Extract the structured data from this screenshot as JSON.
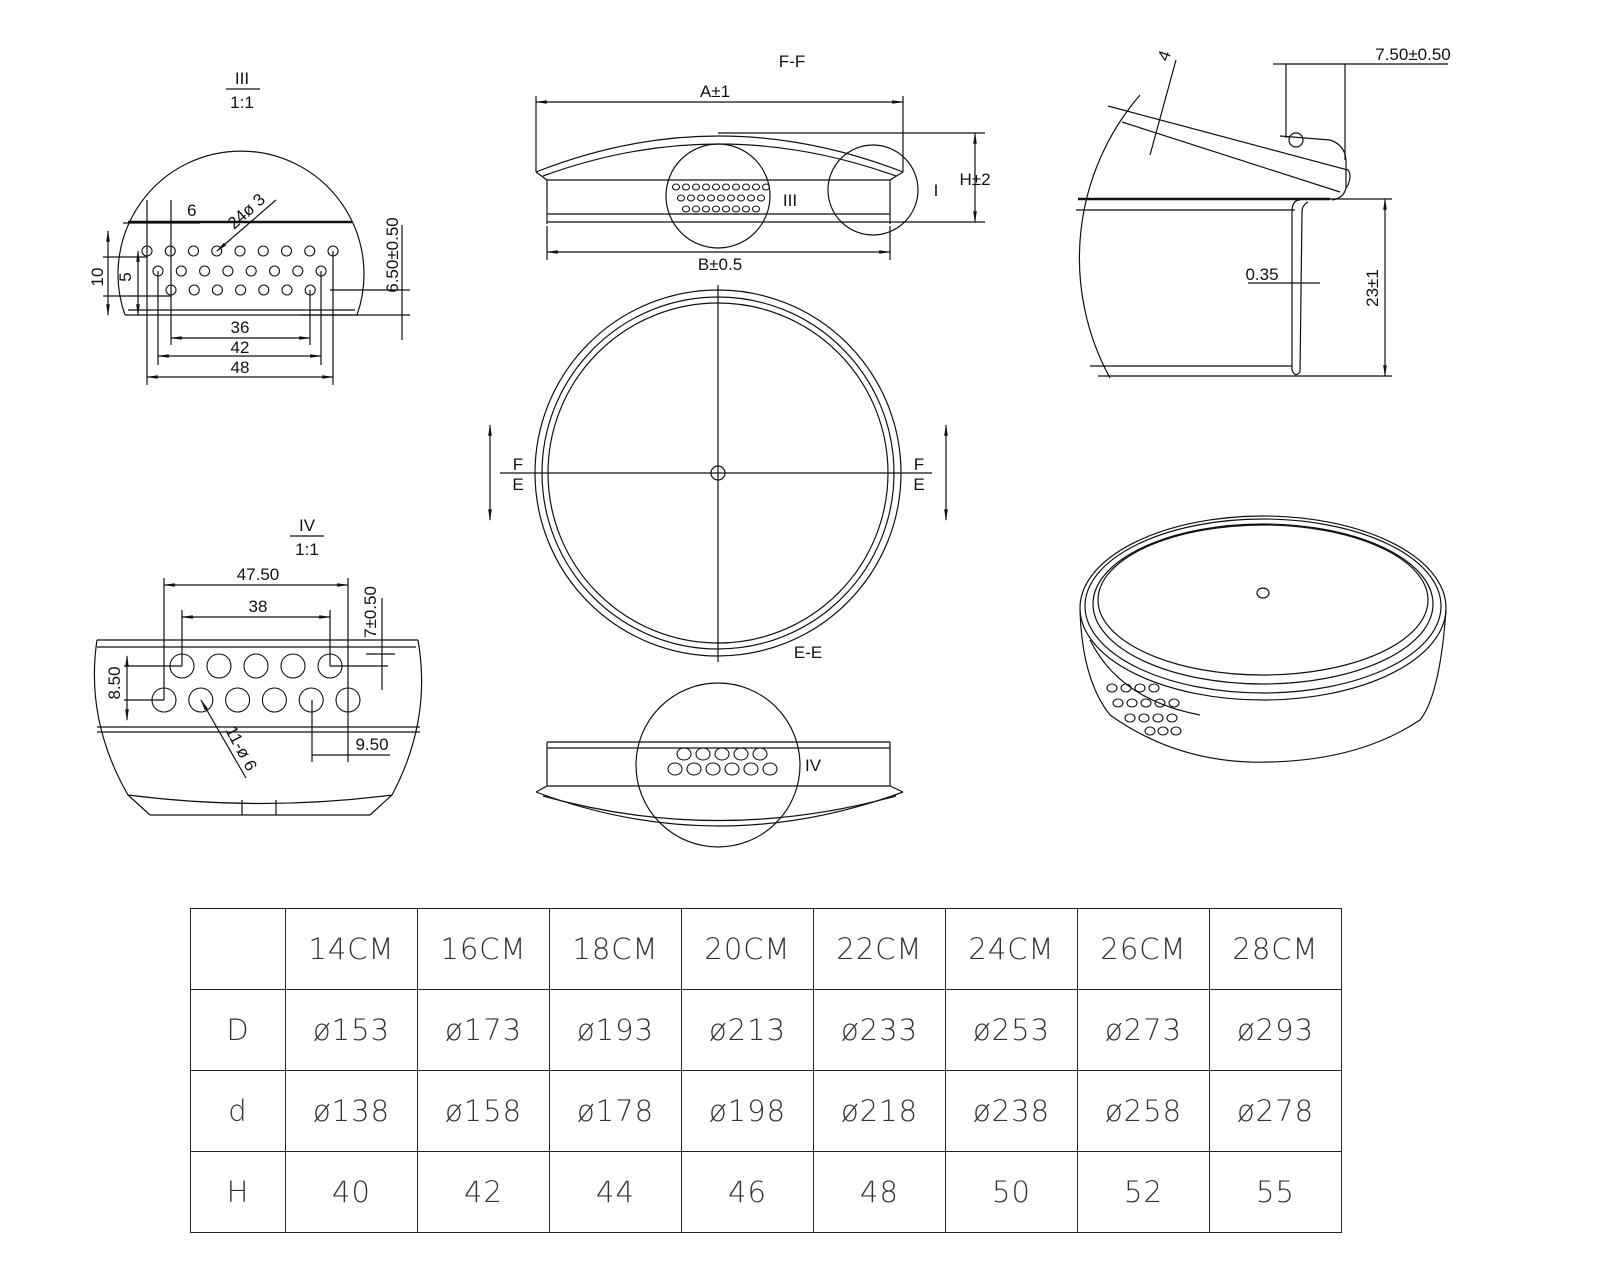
{
  "detail_III": {
    "title": "III",
    "scale": "1:1",
    "dim_36": "36",
    "dim_42": "42",
    "dim_48": "48",
    "dim_6": "6",
    "holes": "24ø 3",
    "dim_10": "10",
    "dim_5": "5",
    "dim_650": "6.50±0.50"
  },
  "section_FF": {
    "title": "F-F",
    "dim_A": "A±1",
    "dim_B": "B±0.5",
    "dim_H": "H±2",
    "callout_III": "III",
    "callout_I": "I"
  },
  "plan_view": {
    "cut_top": "F",
    "cut_bottom": "E",
    "section_label": "E-E"
  },
  "section_EE": {
    "callout_IV": "IV"
  },
  "detail_I": {
    "dim_4": "4",
    "dim_750": "7.50±0.50",
    "dim_035": "0.35",
    "dim_23": "23±1"
  },
  "detail_IV": {
    "title": "IV",
    "scale": "1:1",
    "dim_4750": "47.50",
    "dim_38": "38",
    "dim_7": "7±0.50",
    "dim_850": "8.50",
    "dim_950": "9.50",
    "holes": "11-ø 6"
  },
  "table": {
    "headers": [
      "",
      "14CM",
      "16CM",
      "18CM",
      "20CM",
      "22CM",
      "24CM",
      "26CM",
      "28CM"
    ],
    "rows": [
      {
        "label": "D",
        "values": [
          "ø153",
          "ø173",
          "ø193",
          "ø213",
          "ø233",
          "ø253",
          "ø273",
          "ø293"
        ]
      },
      {
        "label": "d",
        "values": [
          "ø138",
          "ø158",
          "ø178",
          "ø198",
          "ø218",
          "ø238",
          "ø258",
          "ø278"
        ]
      },
      {
        "label": "H",
        "values": [
          "40",
          "42",
          "44",
          "46",
          "48",
          "50",
          "52",
          "55"
        ]
      }
    ]
  }
}
